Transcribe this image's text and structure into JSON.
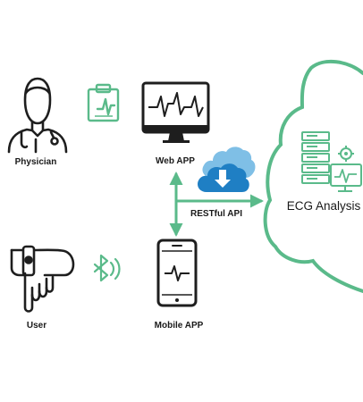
{
  "labels": {
    "physician": "Physician",
    "web_app": "Web APP",
    "user": "User",
    "mobile_app": "Mobile APP",
    "restful_api": "RESTful API",
    "ecg_analysis": "ECG Analysis"
  },
  "colors": {
    "green": "#5aba8a",
    "blue": "#1f7fc4",
    "light_blue": "#7fbfe6",
    "dark": "#1e1e1e"
  }
}
